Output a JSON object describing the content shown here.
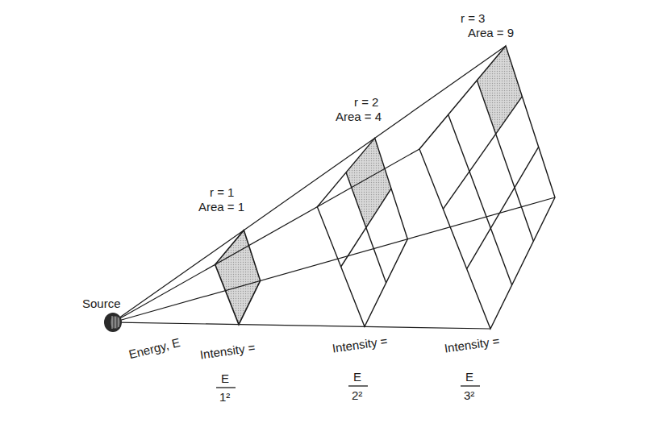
{
  "diagram": {
    "labels": [
      "r = 3",
      "Area = 9",
      "r = 2",
      "Area = 4",
      "r = 1",
      "Area = 1",
      "Source",
      "Energy, E",
      "Intensity =",
      "E",
      "1²",
      "Intensity =",
      "E",
      "2²",
      "Intensity =",
      "E",
      "3²"
    ]
  }
}
